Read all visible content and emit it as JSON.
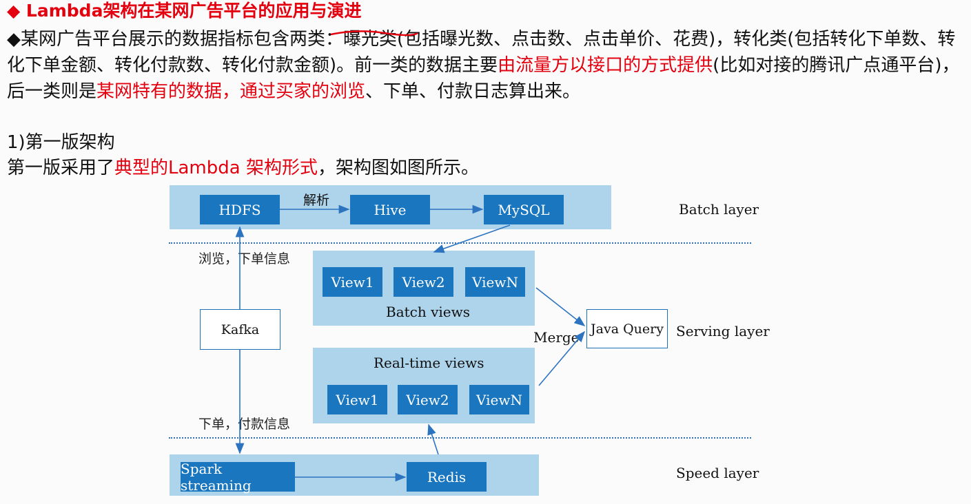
{
  "heading": "◆ Lambda架构在某网广告平台的应用与演进",
  "paragraph": {
    "p1": "◆某网广告平台展示的数据指标包含两类：曝光类(包括曝光数、点击数、点击单价、花费)，转化类(包括转化下单数、转化下单金额、转化付款数、转化付款金额)。前一类的数据主要",
    "p2_red": "由流量方以接口的方式提供",
    "p3": "(比如对接的腾讯广点通平台)，后一类则是",
    "p4_red": "某网特有的数据，通过买家的浏览",
    "p5": "、下单、付款日志算出来。"
  },
  "section_title": "1)第一版架构",
  "intro": {
    "prefix": "第一版采用了",
    "red": "典型的Lambda 架构形式",
    "suffix": "，架构图如图所示。"
  },
  "diagram": {
    "batch": {
      "hdfs": "HDFS",
      "parse_label": "解析",
      "hive": "Hive",
      "mysql": "MySQL",
      "layer": "Batch layer"
    },
    "serving": {
      "batch_views": [
        "View1",
        "View2",
        "ViewN"
      ],
      "batch_views_label": "Batch views",
      "realtime_views_label": "Real-time views",
      "realtime_views": [
        "View1",
        "View2",
        "ViewN"
      ],
      "merge": "Merge",
      "java_query": "Java Query",
      "layer": "Serving layer"
    },
    "kafka": "Kafka",
    "browse_order_info": "浏览，下单信息",
    "order_pay_info": "下单，付款信息",
    "speed": {
      "spark": "Spark streaming",
      "redis": "Redis",
      "layer": "Speed layer"
    }
  },
  "colors": {
    "accent_red": "#e3000f",
    "box_blue": "#1976bf",
    "band_blue": "#aed4ec"
  }
}
